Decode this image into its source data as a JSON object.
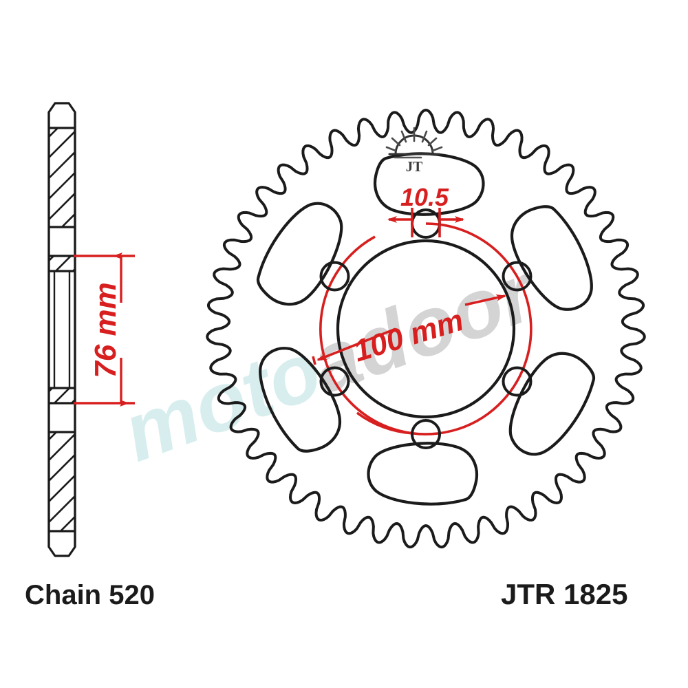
{
  "drawing": {
    "title": "Rear sprocket technical drawing",
    "part_number": "JTR 1825",
    "chain_label": "Chain 520",
    "dimensions": {
      "bolt_hole_diameter": "10.5",
      "bolt_circle": "100 mm",
      "center_bore": "76 mm"
    },
    "logo": {
      "brand": "JT",
      "mark": "sunrise-logo"
    },
    "watermark": {
      "text_left": "moto",
      "text_right": "adoor",
      "color_left": "#d8eeee",
      "color_right": "#d4d4d4"
    },
    "colors": {
      "line": "#1b1b1b",
      "dimension": "#d81f1f",
      "background": "#ffffff"
    },
    "geometry": {
      "teeth_count": 43,
      "bolt_holes": 6,
      "lightening_holes": 6,
      "view_front": "front-elevation",
      "view_side": "side-section"
    }
  }
}
